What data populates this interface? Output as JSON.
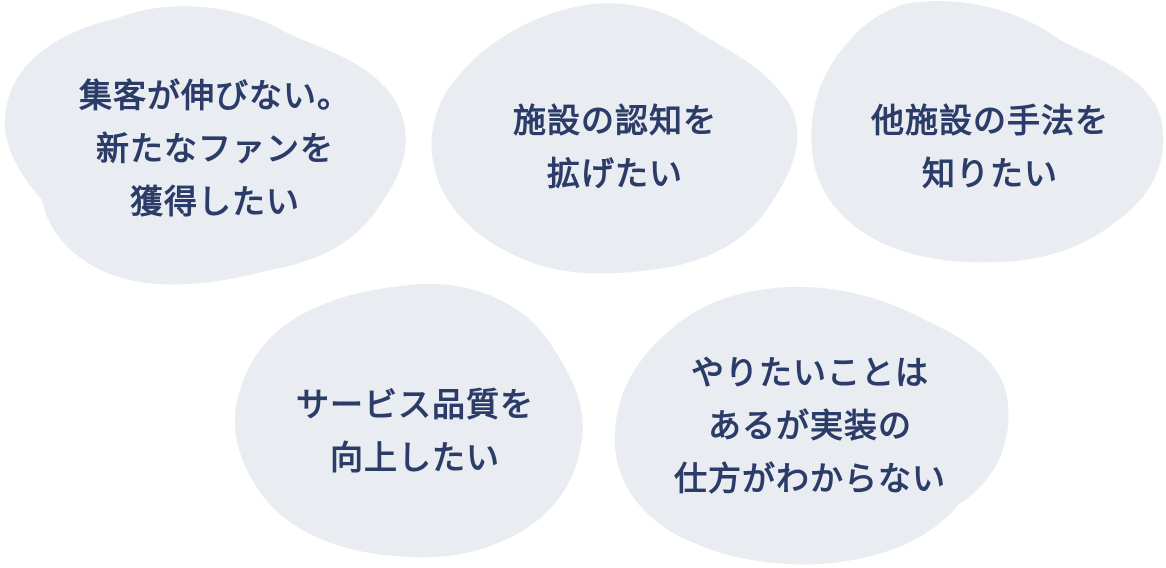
{
  "colors": {
    "cloud_fill": "#e9ecf0",
    "text": "#2c3c69"
  },
  "bubbles": [
    {
      "lines": [
        "集客が伸びない。",
        "新たなファンを",
        "獲得したい"
      ]
    },
    {
      "lines": [
        "施設の認知を",
        "拡げたい"
      ]
    },
    {
      "lines": [
        "他施設の手法を",
        "知りたい"
      ]
    },
    {
      "lines": [
        "サービス品質を",
        "向上したい"
      ]
    },
    {
      "lines": [
        "やりたいことは",
        "あるが実装の",
        "仕方がわからない"
      ]
    }
  ]
}
